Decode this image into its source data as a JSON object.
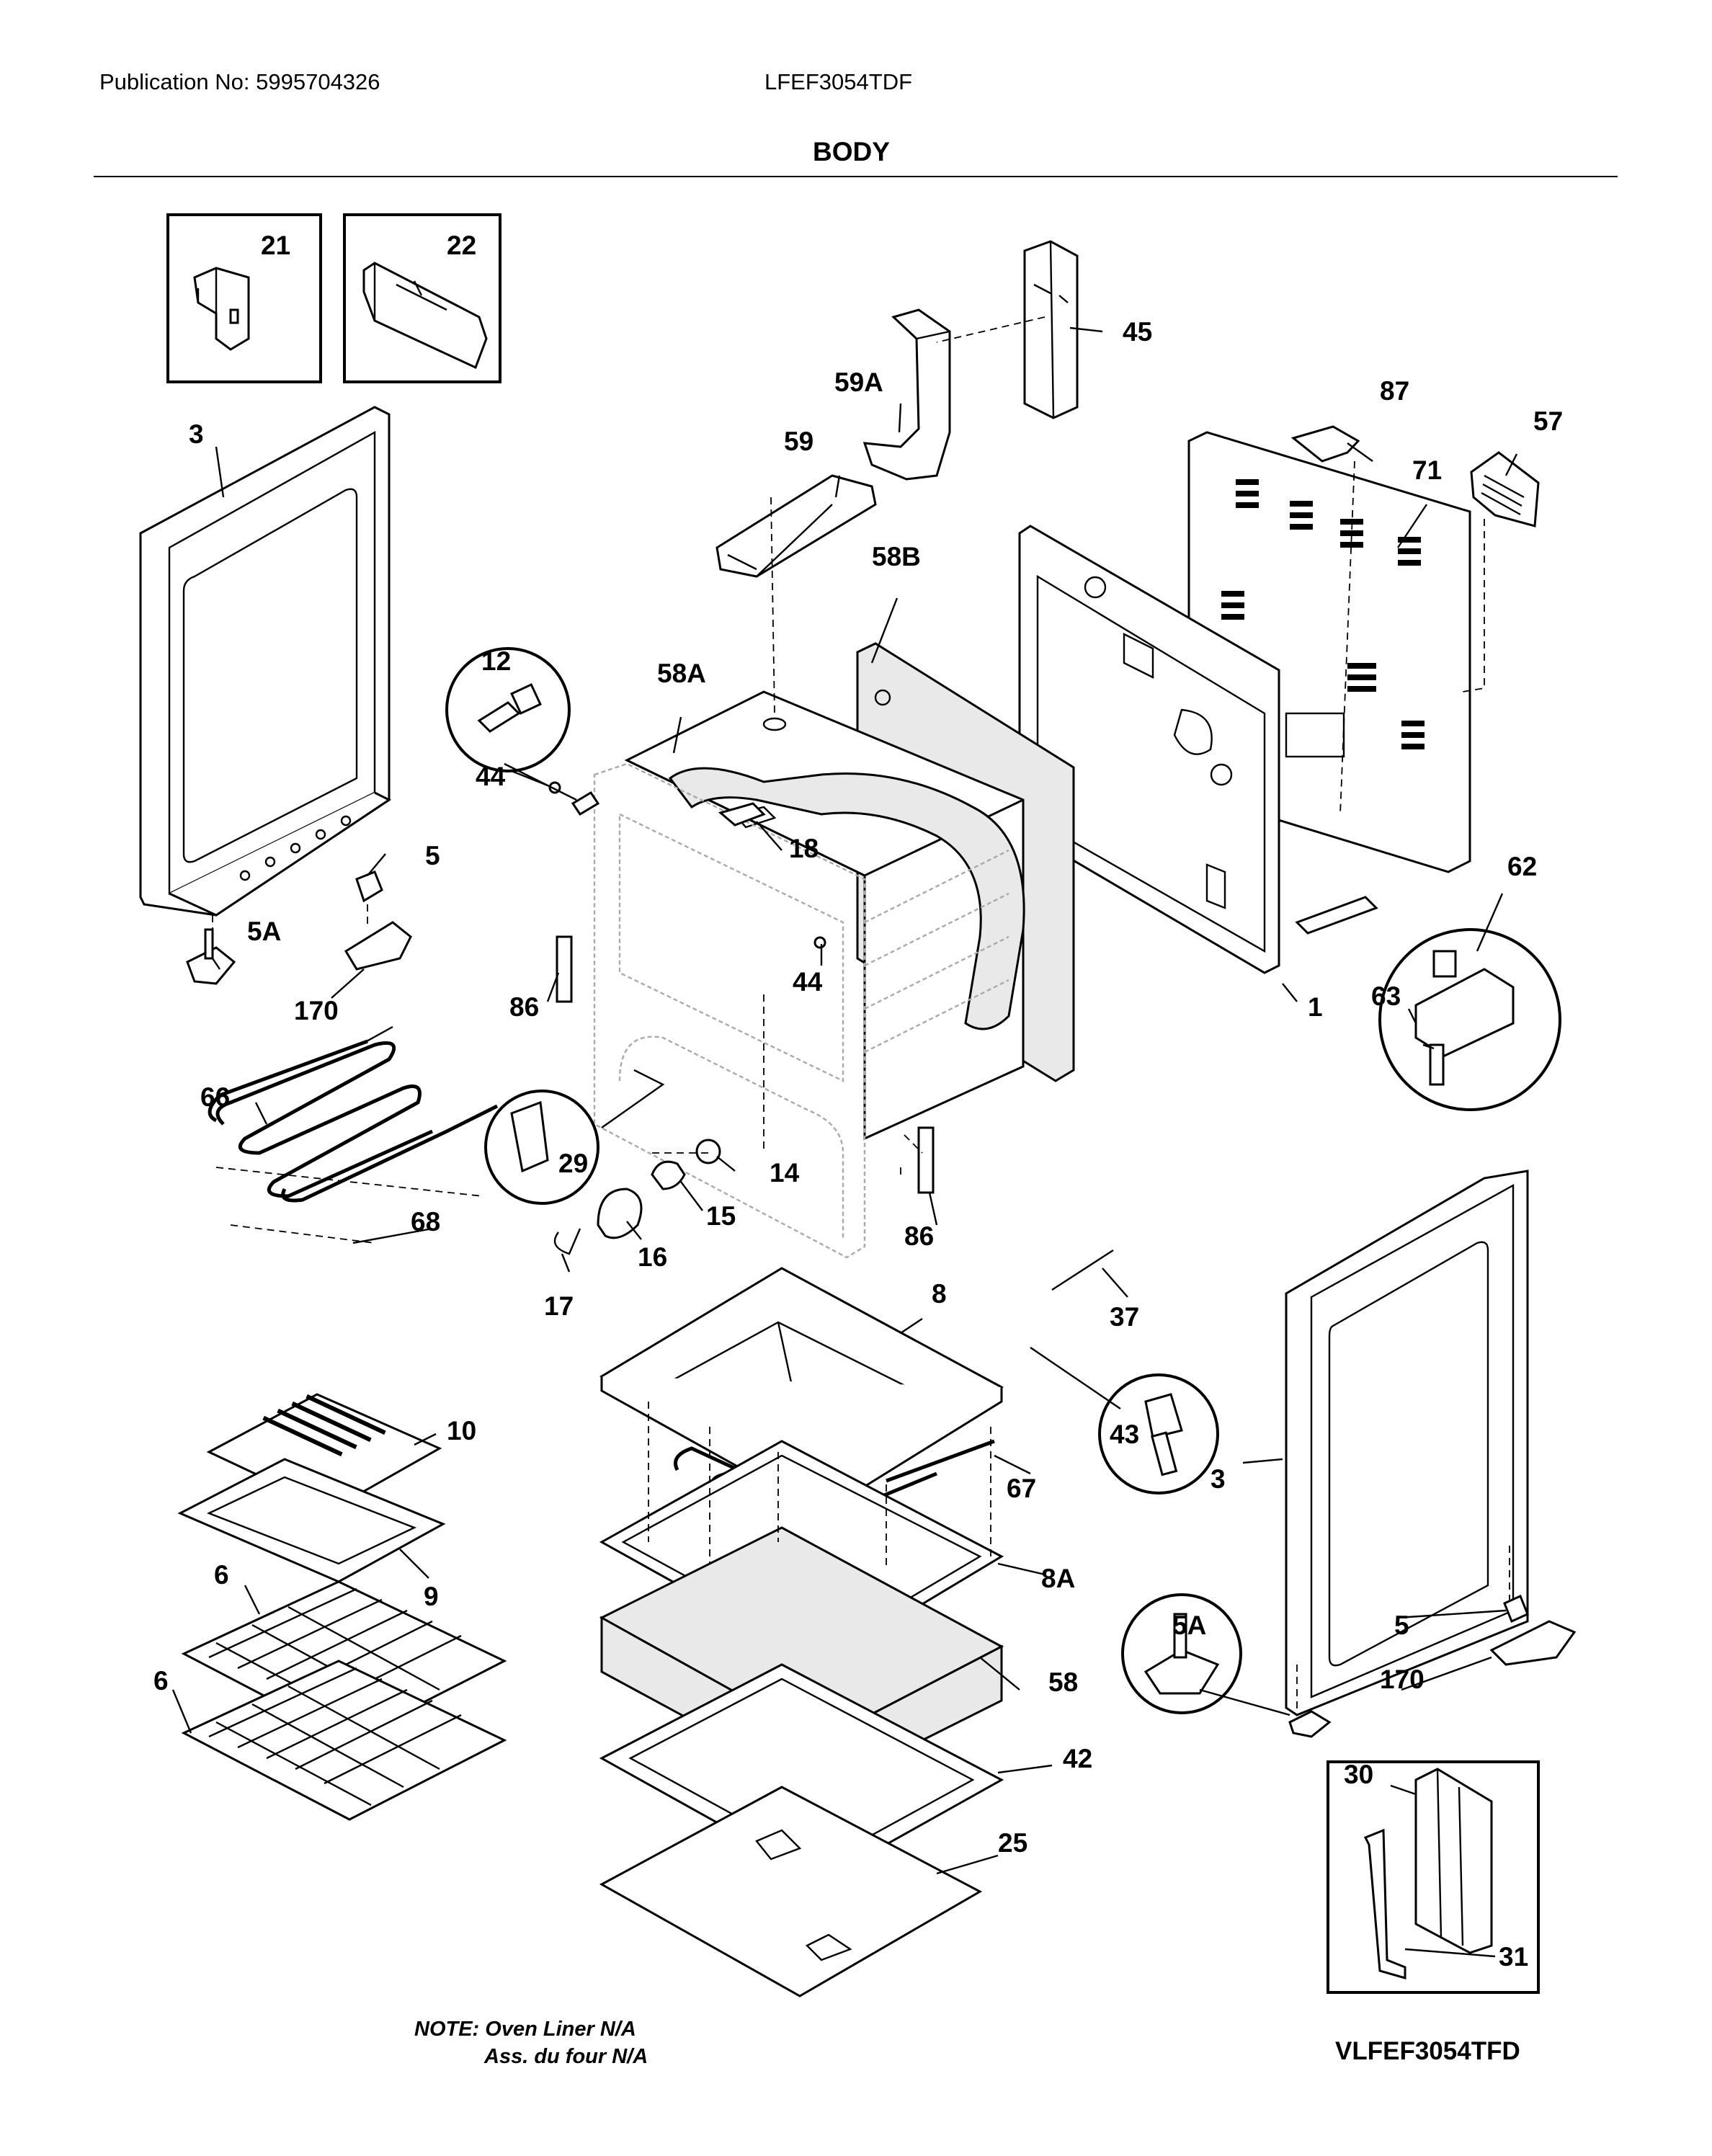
{
  "header": {
    "publication": "Publication No: 5995704326",
    "model": "LFEF3054TDF",
    "section": "BODY"
  },
  "labels": {
    "p21": "21",
    "p22": "22",
    "p45": "45",
    "p59A": "59A",
    "p87": "87",
    "p57": "57",
    "p3a": "3",
    "p59": "59",
    "p71": "71",
    "p58B": "58B",
    "p58A": "58A",
    "p12": "12",
    "p44a": "44",
    "p5a": "5",
    "p18": "18",
    "p5Aa": "5A",
    "p62": "62",
    "p170a": "170",
    "p86a": "86",
    "p44b": "44",
    "p1": "1",
    "p63": "63",
    "p66": "66",
    "p29": "29",
    "p14": "14",
    "p15": "15",
    "p68": "68",
    "p16": "16",
    "p86b": "86",
    "p17": "17",
    "p8": "8",
    "p37": "37",
    "p10": "10",
    "p43": "43",
    "p67": "67",
    "p3b": "3",
    "p9": "9",
    "p6a": "6",
    "p8A": "8A",
    "p5Ab": "5A",
    "p5b": "5",
    "p58": "58",
    "p170b": "170",
    "p6b": "6",
    "p42": "42",
    "p30": "30",
    "p25": "25",
    "p31": "31"
  },
  "footer": {
    "note_line1": "NOTE: Oven Liner N/A",
    "note_line2": "Ass. du four N/A",
    "drawing_code": "VLFEF3054TFD"
  }
}
